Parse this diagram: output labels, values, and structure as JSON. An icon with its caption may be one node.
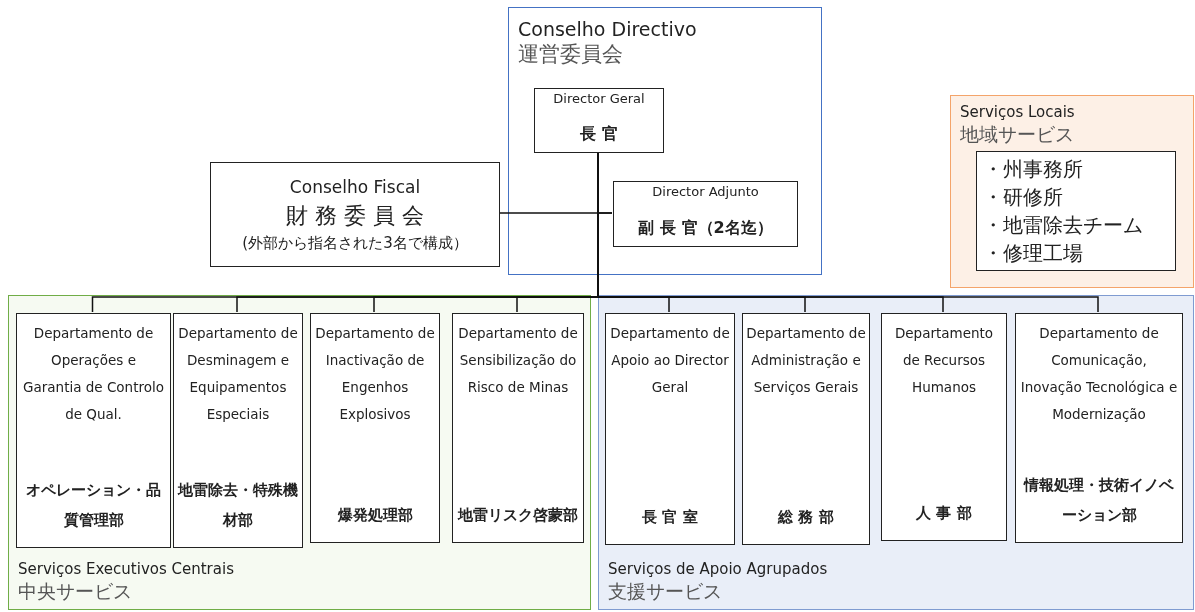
{
  "diagram": {
    "nodes": [
      {
        "text": [
          "Conselho Directivo",
          "運営委員会"
        ]
      },
      {
        "text": [
          "Director Geral",
          "長 官"
        ],
        "in": 0
      },
      {
        "text": [
          "Director Adjunto",
          "副 長 官（2名迄）"
        ],
        "in": 0
      },
      {
        "text": [
          "Conselho Fiscal",
          "財 務 委 員 会",
          "(外部から指名された3名で構成）"
        ]
      },
      {
        "text": [
          "Serviços Locais",
          "地域サービス"
        ]
      },
      {
        "text": [
          "・州事務所",
          "・研修所",
          "・地雷除去チーム",
          "・修理工場"
        ],
        "in": 4
      },
      {
        "text": [
          "Serviços Executivos Centrais",
          "中央サービス"
        ]
      },
      {
        "text": [
          "Departamento de Operações e Garantia de Controlo de Qual.",
          "オペレーション・品質管理部"
        ],
        "in": 6
      },
      {
        "text": [
          "Departamento de Desminagem e Equipamentos Especiais",
          "地雷除去・特殊機材部"
        ],
        "in": 6
      },
      {
        "text": [
          "Departamento de Inactivação de Engenhos Explosivos",
          "爆発処理部"
        ],
        "in": 6
      },
      {
        "text": [
          "Departamento de Sensibilização do Risco de Minas",
          "地雷リスク啓蒙部"
        ],
        "in": 6
      },
      {
        "text": [
          "Serviços de Apoio Agrupados",
          "支援サービス"
        ]
      },
      {
        "text": [
          "Departamento de Apoio ao Director Geral",
          "長 官 室"
        ],
        "in": 11
      },
      {
        "text": [
          "Departamento de Administração e Serviços Gerais",
          "総 務 部"
        ],
        "in": 11
      },
      {
        "text": [
          "Departamento de Recursos Humanos",
          "人 事 部"
        ],
        "in": 11
      },
      {
        "text": [
          "Departamento de Comunicação, Inovação Tecnológica e Modernização",
          "情報処理・技術イノベーション部"
        ],
        "in": 11
      }
    ],
    "edges": [
      {
        "from": 3,
        "to": 2,
        "arrow": "none"
      },
      {
        "from": 1,
        "to": 2,
        "arrow": "none"
      },
      {
        "from": 1,
        "to": 7,
        "arrow": "none"
      },
      {
        "from": 1,
        "to": 8,
        "arrow": "none"
      },
      {
        "from": 1,
        "to": 9,
        "arrow": "none"
      },
      {
        "from": 1,
        "to": 10,
        "arrow": "none"
      },
      {
        "from": 1,
        "to": 12,
        "arrow": "none"
      },
      {
        "from": 1,
        "to": 13,
        "arrow": "none"
      },
      {
        "from": 1,
        "to": 14,
        "arrow": "none"
      },
      {
        "from": 1,
        "to": 15,
        "arrow": "none"
      }
    ]
  }
}
